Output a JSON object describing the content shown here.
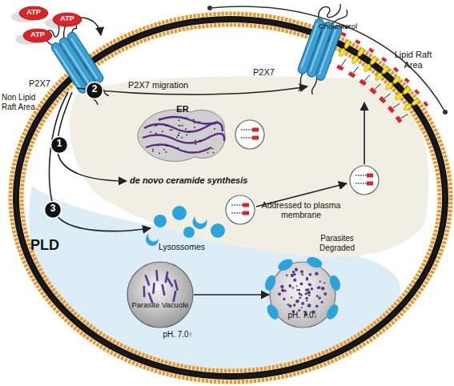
{
  "diagram": {
    "nodes": [
      {
        "text": [
          "ATP"
        ]
      },
      {
        "text": [
          "ATP"
        ]
      },
      {
        "text": [
          "ATP"
        ]
      },
      {
        "text": [
          "2"
        ]
      },
      {
        "text": [
          "1"
        ]
      },
      {
        "text": [
          "ER"
        ]
      },
      {
        "text": [
          "3"
        ]
      },
      {
        "text": [
          "Parasite Vacuole",
          "pH. 7.0↑"
        ]
      },
      {
        "text": [
          "Parasites Degraded",
          "pH. 7.0↓"
        ]
      }
    ],
    "edges": [
      {
        "from": 7,
        "to": 8,
        "arrow": "to"
      }
    ],
    "labels": [
      "P2X7",
      "Non Lipid Raft Area",
      "P2X7",
      "Cholesterol",
      "Lipid Raft Area",
      "P2X7 migration",
      "de novo ceramide synthesis",
      "Addressed to plasma membrane",
      "PLD",
      "Lysossomes"
    ]
  }
}
